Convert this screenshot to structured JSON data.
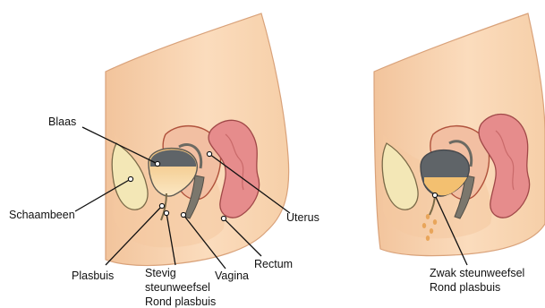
{
  "left_panel": {
    "labels": {
      "blaas": "Blaas",
      "schaambeen": "Schaambeen",
      "uterus": "Uterus",
      "plasbuis": "Plasbuis",
      "stevig_line1": "Stevig",
      "stevig_line2": "steunweefsel",
      "stevig_line3": "Rond plasbuis",
      "vagina": "Vagina",
      "rectum": "Rectum"
    }
  },
  "right_panel": {
    "labels": {
      "zwak_line1": "Zwak steunweefsel",
      "zwak_line2": "Rond plasbuis"
    }
  },
  "colors": {
    "skin": "#f7d3ad",
    "skin_edge": "#d9a27a",
    "bone": "#f3e7b6",
    "bladder_content": "#5f6468",
    "urine": "#f3c070",
    "uterus": "#f2bfa2",
    "rectum": "#e68c8c",
    "vagina": "#7b776d"
  }
}
